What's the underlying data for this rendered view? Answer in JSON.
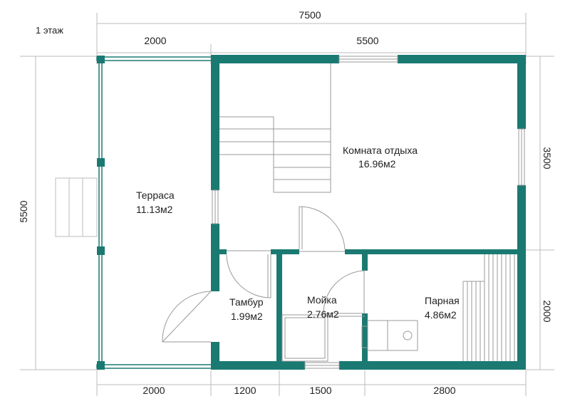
{
  "floor_label": "1 этаж",
  "colors": {
    "wall": "#1a7a72",
    "dimension_line": "#bbbbbb",
    "fixture_line": "#999999"
  },
  "dimensions": {
    "total_width": "7500",
    "top_left": "2000",
    "top_right": "5500",
    "left_height": "5500",
    "right_upper": "3500",
    "right_lower": "2000",
    "bottom_1": "2000",
    "bottom_2": "1200",
    "bottom_3": "1500",
    "bottom_4": "2800"
  },
  "rooms": {
    "terrace": {
      "name": "Терраса",
      "area": "11.13м2"
    },
    "lounge": {
      "name": "Комната отдыха",
      "area": "16.96м2"
    },
    "vestibule": {
      "name": "Тамбур",
      "area": "1.99м2"
    },
    "washroom": {
      "name": "Мойка",
      "area": "2.76м2"
    },
    "steam_room": {
      "name": "Парная",
      "area": "4.86м2"
    }
  }
}
